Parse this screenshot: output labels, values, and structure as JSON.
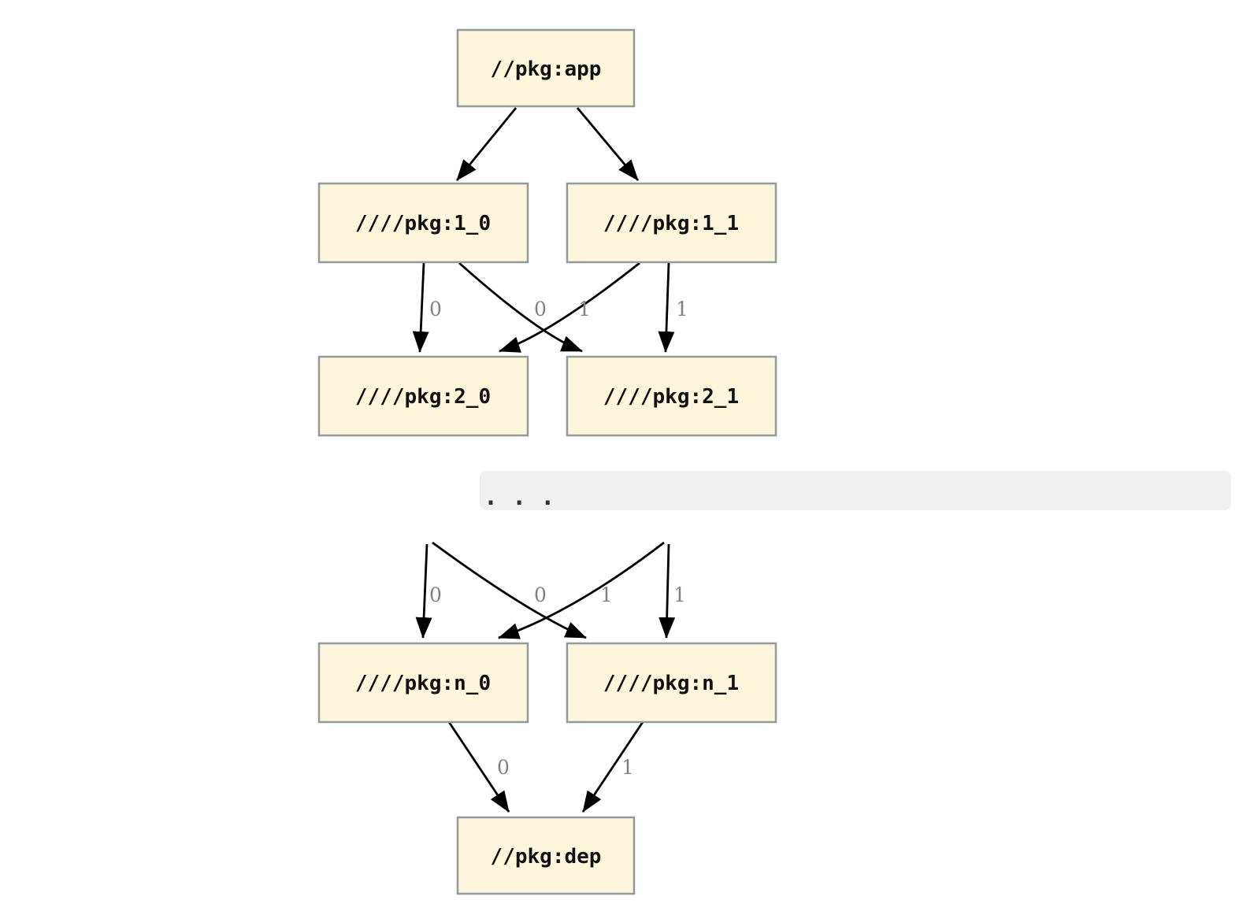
{
  "colors": {
    "background": "#ffffff",
    "node_fill": "#fdf5dc",
    "node_border": "#929a9b",
    "edge": "#000000",
    "edge_label": "#808080",
    "collapsed_bar_fill": "#f0f0f0"
  },
  "nodes": {
    "app": {
      "label": "//pkg:app"
    },
    "n1_0": {
      "label": "////pkg:1_0"
    },
    "n1_1": {
      "label": "////pkg:1_1"
    },
    "n2_0": {
      "label": "////pkg:2_0"
    },
    "n2_1": {
      "label": "////pkg:2_1"
    },
    "nn_0": {
      "label": "////pkg:n_0"
    },
    "nn_1": {
      "label": "////pkg:n_1"
    },
    "dep": {
      "label": "//pkg:dep"
    }
  },
  "collapsed_region": {
    "ellipsis": ". . ."
  },
  "edges": {
    "e_app_1_0": {
      "from": "//pkg:app",
      "to": "////pkg:1_0",
      "label": ""
    },
    "e_app_1_1": {
      "from": "//pkg:app",
      "to": "////pkg:1_1",
      "label": ""
    },
    "e_1_0_2_0": {
      "from": "////pkg:1_0",
      "to": "////pkg:2_0",
      "label": "0"
    },
    "e_1_1_2_0": {
      "from": "////pkg:1_1",
      "to": "////pkg:2_0",
      "label": "0"
    },
    "e_1_0_2_1": {
      "from": "////pkg:1_0",
      "to": "////pkg:2_1",
      "label": "1"
    },
    "e_1_1_2_1": {
      "from": "////pkg:1_1",
      "to": "////pkg:2_1",
      "label": "1"
    },
    "e_prev0_n_0": {
      "from": "...",
      "to": "////pkg:n_0",
      "label": "0"
    },
    "e_prev1_n_0": {
      "from": "...",
      "to": "////pkg:n_0",
      "label": "0"
    },
    "e_prev0_n_1": {
      "from": "...",
      "to": "////pkg:n_1",
      "label": "1"
    },
    "e_prev1_n_1": {
      "from": "...",
      "to": "////pkg:n_1",
      "label": "1"
    },
    "e_n_0_dep": {
      "from": "////pkg:n_0",
      "to": "//pkg:dep",
      "label": "0"
    },
    "e_n_1_dep": {
      "from": "////pkg:n_1",
      "to": "//pkg:dep",
      "label": "1"
    }
  }
}
